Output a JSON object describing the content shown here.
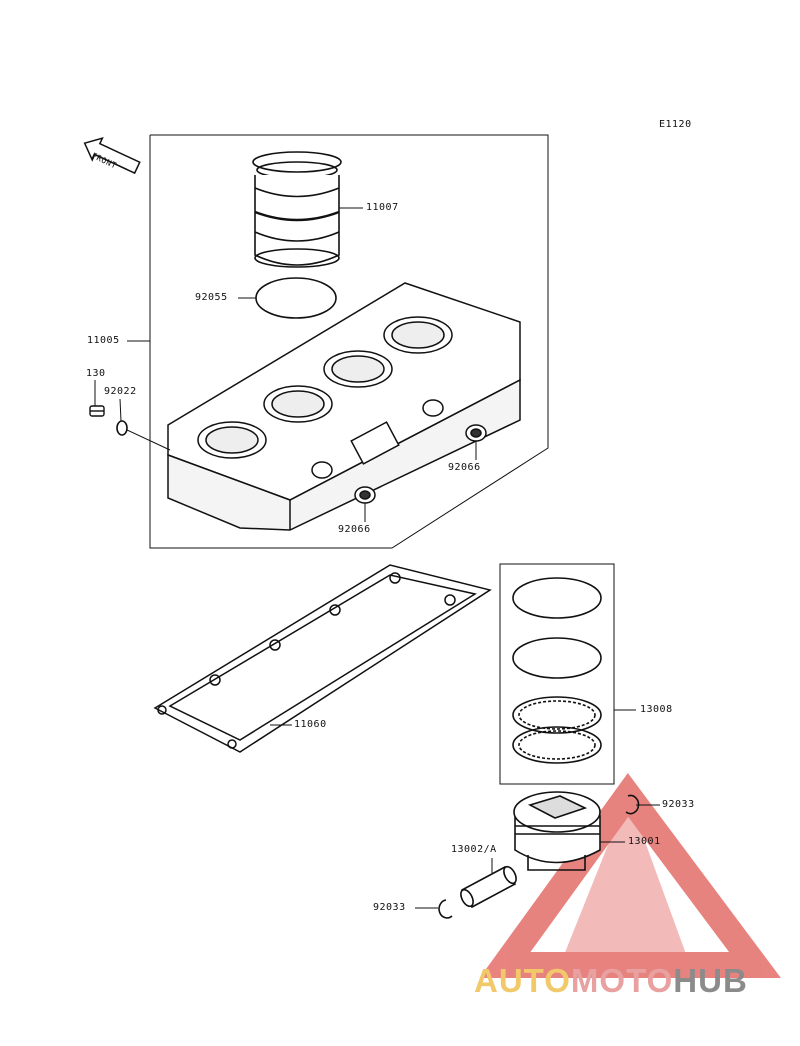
{
  "diagram_code": "E1120",
  "front_label": "FRONT",
  "parts": {
    "cylinder_sleeve": "11007",
    "o_ring": "92055",
    "cylinder_block": "11005",
    "bolt": "130",
    "washer": "92022",
    "plug_upper": "92066",
    "plug_lower": "92066",
    "gasket": "11060",
    "ring_set": "13008",
    "clip_upper": "92033",
    "piston": "13001",
    "piston_pin": "13002/A",
    "clip_lower": "92033"
  },
  "watermark": {
    "part1": "AUTO",
    "part2": "MOTO",
    "part3": "HUB"
  },
  "colors": {
    "line": "#1a1a1a",
    "watermark_red": "#e05a55",
    "watermark_yellow": "#f2c96a",
    "watermark_gray": "#8b8b8b"
  }
}
